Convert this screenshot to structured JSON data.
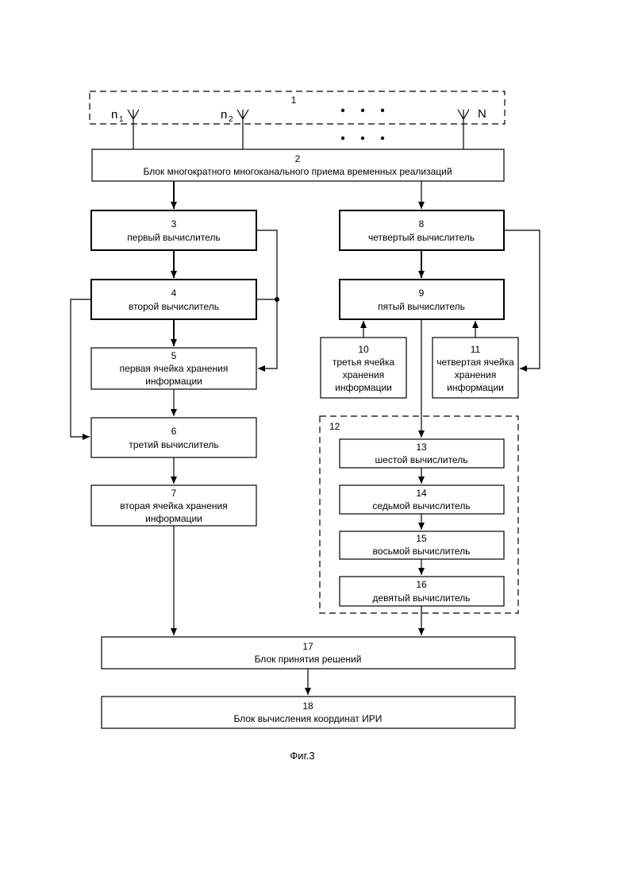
{
  "antenna_array": {
    "number": "1",
    "labels": {
      "n1": "n",
      "n1_sub": "1",
      "n2": "n",
      "n2_sub": "2",
      "nN": "N"
    }
  },
  "blocks": {
    "b2": {
      "number": "2",
      "lines": [
        "Блок многократного многоканального приема временных реализаций"
      ]
    },
    "b3": {
      "number": "3",
      "lines": [
        "первый вычислитель"
      ]
    },
    "b4": {
      "number": "4",
      "lines": [
        "второй вычислитель"
      ]
    },
    "b5": {
      "number": "5",
      "lines": [
        "первая ячейка хранения",
        "информации"
      ]
    },
    "b6": {
      "number": "6",
      "lines": [
        "третий вычислитель"
      ]
    },
    "b7": {
      "number": "7",
      "lines": [
        "вторая ячейка хранения",
        "информации"
      ]
    },
    "b8": {
      "number": "8",
      "lines": [
        "четвертый вычислитель"
      ]
    },
    "b9": {
      "number": "9",
      "lines": [
        "пятый вычислитель"
      ]
    },
    "b10": {
      "number": "10",
      "lines": [
        "третья ячейка",
        "хранения",
        "информации"
      ]
    },
    "b11": {
      "number": "11",
      "lines": [
        "четвертая ячейка",
        "хранения",
        "информации"
      ]
    },
    "b12": {
      "number": "12"
    },
    "b13": {
      "number": "13",
      "lines": [
        "шестой вычислитель"
      ]
    },
    "b14": {
      "number": "14",
      "lines": [
        "седьмой вычислитель"
      ]
    },
    "b15": {
      "number": "15",
      "lines": [
        "восьмой вычислитель"
      ]
    },
    "b16": {
      "number": "16",
      "lines": [
        "девятый вычислитель"
      ]
    },
    "b17": {
      "number": "17",
      "lines": [
        "Блок принятия решений"
      ]
    },
    "b18": {
      "number": "18",
      "lines": [
        "Блок вычисления координат ИРИ"
      ]
    }
  },
  "caption": "Фиг.3"
}
